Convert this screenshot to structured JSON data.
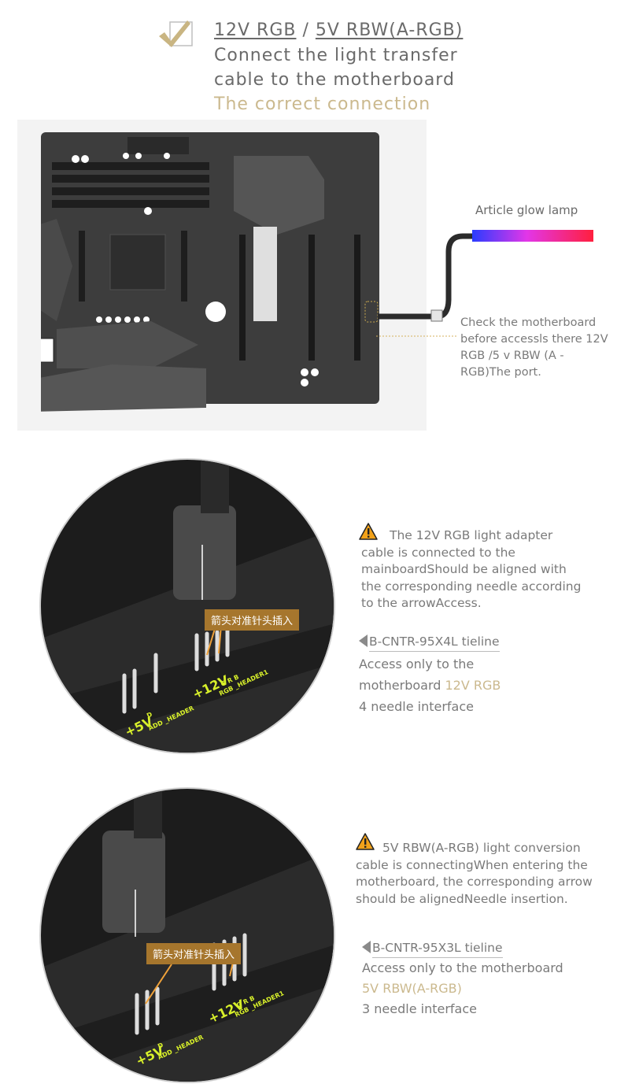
{
  "header": {
    "title_12v": "12V RGB",
    "title_sep": " / ",
    "title_5v": "5V RBW(A-RGB)",
    "line2": "Connect the light transfer",
    "line3": "cable to the motherboard",
    "line4": "The correct connection"
  },
  "diagram": {
    "lamp_label": "Article glow lamp",
    "check_note": "Check the motherboard before accessls there 12V RGB /5 v RBW (A - RGB)The port."
  },
  "closeup1": {
    "tag": "箭头对准针头插入",
    "silk_power": "+5V",
    "silk_d": "D",
    "silk_header": "ADD _HEADER",
    "silk_12v": "+12V",
    "silk_grb": "G R B",
    "silk_rgb_header": "RGB _HEADER1"
  },
  "closeup2": {
    "tag": "箭头对准针头插入",
    "silk_power": "+5V",
    "silk_d": "D",
    "silk_header": "ADD _HEADER",
    "silk_12v": "+12V",
    "silk_grb": "G R B",
    "silk_rgb_header": "RGB _HEADER1"
  },
  "block1": {
    "text": "The 12V RGB light adapter cable is connected to the mainboardShould be aligned with the corresponding needle according to the arrowAccess.",
    "tieline": "B-CNTR-95X4L tieline",
    "access_line1": "Access only to the",
    "access_line2_prefix": "motherboard ",
    "access_line2_highlight": "12V RGB",
    "access_line3": "4 needle interface"
  },
  "block2": {
    "text": "5V RBW(A-RGB) light conversion cable is connectingWhen entering the motherboard, the corresponding arrow should be alignedNeedle insertion.",
    "tieline": "B-CNTR-95X3L tieline",
    "access_line1": "Access only to the motherboard",
    "access_line2": "5V RBW(A-RGB)",
    "access_line3": "3 needle interface"
  },
  "colors": {
    "gold": "#cbb98e",
    "tag_bg": "#a6762d",
    "warning": "#f2a21a",
    "silkscreen": "#d8f02a"
  },
  "icons": [
    "check-icon",
    "warning-icon",
    "triangle-left-icon"
  ]
}
